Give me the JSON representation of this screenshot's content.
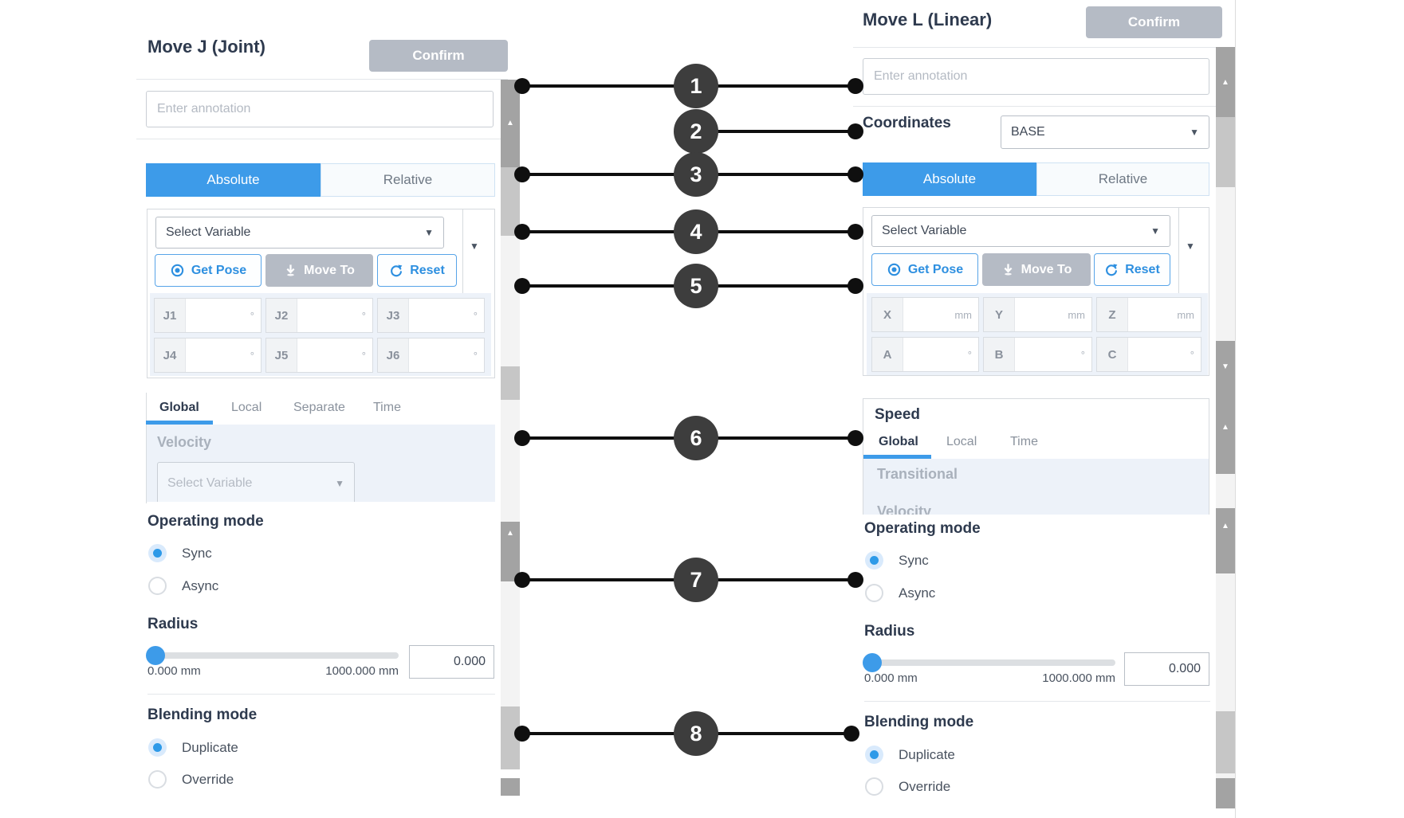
{
  "callouts": [
    {
      "number": "1"
    },
    {
      "number": "2"
    },
    {
      "number": "3"
    },
    {
      "number": "4"
    },
    {
      "number": "5"
    },
    {
      "number": "6"
    },
    {
      "number": "7"
    },
    {
      "number": "8"
    }
  ],
  "left_panel": {
    "title": "Move J (Joint)",
    "confirm_label": "Confirm",
    "annotation_placeholder": "Enter annotation",
    "mode_tabs": {
      "absolute": "Absolute",
      "relative": "Relative"
    },
    "variable_dropdown_value": "Select Variable",
    "buttons": {
      "get_pose": "Get Pose",
      "move_to": "Move To",
      "reset": "Reset"
    },
    "joint_fields": [
      {
        "label": "J1",
        "unit": "°"
      },
      {
        "label": "J2",
        "unit": "°"
      },
      {
        "label": "J3",
        "unit": "°"
      },
      {
        "label": "J4",
        "unit": "°"
      },
      {
        "label": "J5",
        "unit": "°"
      },
      {
        "label": "J6",
        "unit": "°"
      }
    ],
    "speed_tabs": [
      {
        "label": "Global"
      },
      {
        "label": "Local"
      },
      {
        "label": "Separate"
      },
      {
        "label": "Time"
      }
    ],
    "velocity_label": "Velocity",
    "velocity_dropdown_value": "Select Variable",
    "operating_mode": {
      "heading": "Operating mode",
      "sync_label": "Sync",
      "async_label": "Async"
    },
    "radius": {
      "heading": "Radius",
      "min_label": "0.000 mm",
      "max_label": "1000.000 mm",
      "value": "0.000"
    },
    "blending": {
      "heading": "Blending mode",
      "duplicate_label": "Duplicate",
      "override_label": "Override"
    }
  },
  "right_panel": {
    "title": "Move L (Linear)",
    "confirm_label": "Confirm",
    "annotation_placeholder": "Enter annotation",
    "coordinates_label": "Coordinates",
    "coordinates_value": "BASE",
    "mode_tabs": {
      "absolute": "Absolute",
      "relative": "Relative"
    },
    "variable_dropdown_value": "Select Variable",
    "buttons": {
      "get_pose": "Get Pose",
      "move_to": "Move To",
      "reset": "Reset"
    },
    "pose_fields": [
      {
        "label": "X",
        "unit": "mm"
      },
      {
        "label": "Y",
        "unit": "mm"
      },
      {
        "label": "Z",
        "unit": "mm"
      },
      {
        "label": "A",
        "unit": "°"
      },
      {
        "label": "B",
        "unit": "°"
      },
      {
        "label": "C",
        "unit": "°"
      }
    ],
    "speed": {
      "heading": "Speed",
      "tabs": [
        {
          "label": "Global"
        },
        {
          "label": "Local"
        },
        {
          "label": "Time"
        }
      ],
      "transitional_label": "Transitional",
      "velocity_label": "Velocity"
    },
    "operating_mode": {
      "heading": "Operating mode",
      "sync_label": "Sync",
      "async_label": "Async"
    },
    "radius": {
      "heading": "Radius",
      "min_label": "0.000 mm",
      "max_label": "1000.000 mm",
      "value": "0.000"
    },
    "blending": {
      "heading": "Blending mode",
      "duplicate_label": "Duplicate",
      "override_label": "Override"
    }
  },
  "colors": {
    "accent_blue": "#3d9be9",
    "radio_blue": "#2e9ae8",
    "button_gray": "#b5bbc5",
    "section_bg": "#edf2f9",
    "callout_dark": "#3d3d3d"
  }
}
